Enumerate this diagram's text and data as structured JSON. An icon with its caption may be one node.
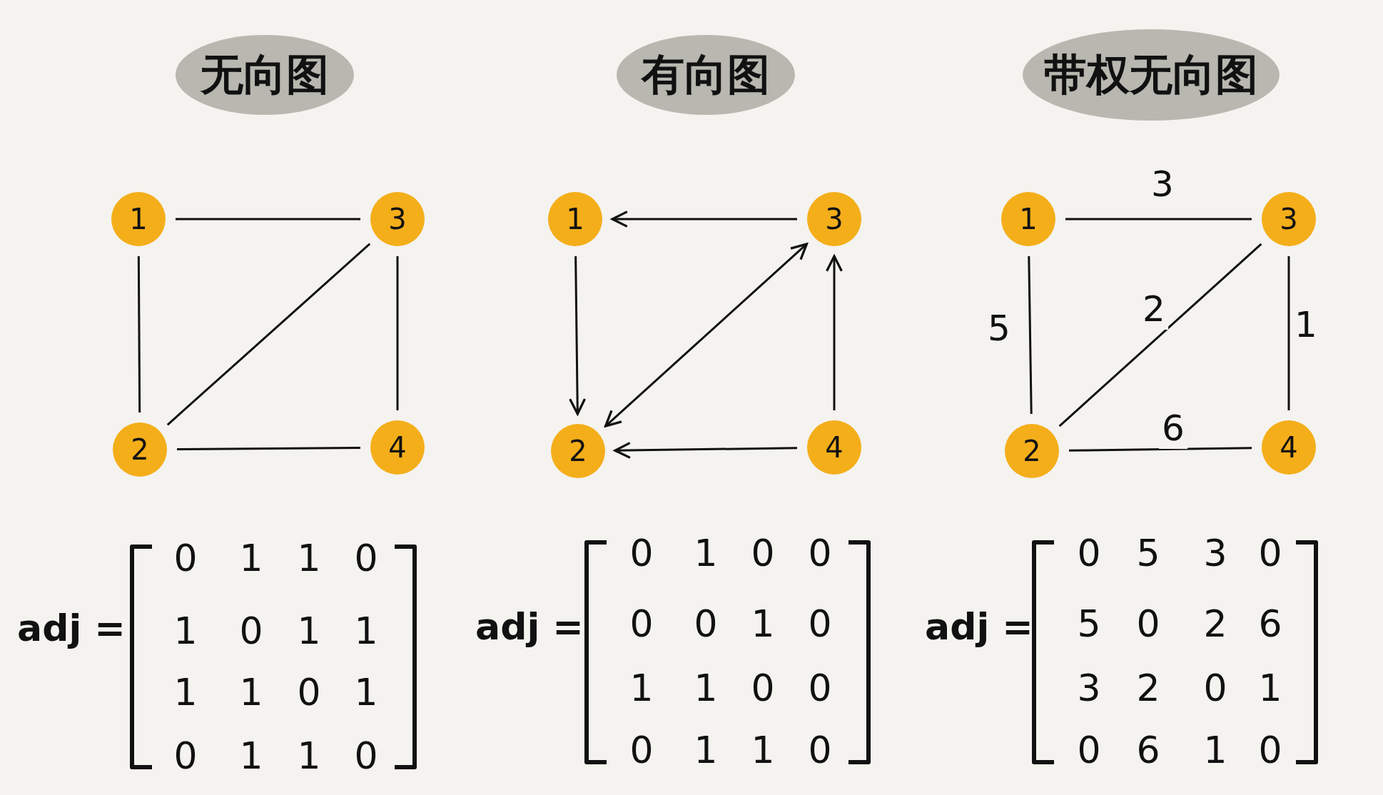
{
  "diagram": {
    "nodes": [
      {
        "text": [
          "无向图"
        ]
      },
      {
        "text": [
          "1"
        ]
      },
      {
        "text": [
          "3"
        ]
      },
      {
        "text": [
          "2"
        ]
      },
      {
        "text": [
          "4"
        ]
      },
      {
        "text": [
          "有向图"
        ]
      },
      {
        "text": [
          "1"
        ]
      },
      {
        "text": [
          "3"
        ]
      },
      {
        "text": [
          "2"
        ]
      },
      {
        "text": [
          "4"
        ]
      },
      {
        "text": [
          "带权无向图"
        ]
      },
      {
        "text": [
          "1"
        ]
      },
      {
        "text": [
          "3"
        ]
      },
      {
        "text": [
          "2"
        ]
      },
      {
        "text": [
          "4"
        ]
      }
    ],
    "edges": [
      {
        "from": 1,
        "to": 2,
        "arrow": "none"
      },
      {
        "from": 1,
        "to": 3,
        "arrow": "none"
      },
      {
        "from": 2,
        "to": 3,
        "arrow": "none"
      },
      {
        "from": 2,
        "to": 4,
        "arrow": "none"
      },
      {
        "from": 3,
        "to": 4,
        "arrow": "none"
      },
      {
        "from": 7,
        "to": 6,
        "arrow": "to"
      },
      {
        "from": 6,
        "to": 8,
        "arrow": "to"
      },
      {
        "from": 8,
        "to": 7,
        "arrow": "both"
      },
      {
        "from": 9,
        "to": 7,
        "arrow": "to"
      },
      {
        "from": 9,
        "to": 8,
        "arrow": "to"
      },
      {
        "from": 11,
        "to": 12,
        "arrow": "none",
        "label": "3"
      },
      {
        "from": 11,
        "to": 13,
        "arrow": "none",
        "label": "5"
      },
      {
        "from": 12,
        "to": 13,
        "arrow": "none",
        "label": "2"
      },
      {
        "from": 12,
        "to": 14,
        "arrow": "none",
        "label": "1"
      },
      {
        "from": 13,
        "to": 14,
        "arrow": "none",
        "label": "6"
      }
    ],
    "labels": [
      "adj =",
      "0",
      "1",
      "1",
      "0",
      "1",
      "0",
      "1",
      "1",
      "1",
      "1",
      "0",
      "1",
      "0",
      "1",
      "1",
      "0",
      "adj =",
      "0",
      "1",
      "0",
      "0",
      "0",
      "0",
      "1",
      "0",
      "1",
      "1",
      "0",
      "0",
      "0",
      "1",
      "1",
      "0",
      "adj =",
      "0",
      "5",
      "3",
      "0",
      "5",
      "0",
      "2",
      "6",
      "3",
      "2",
      "0",
      "1",
      "0",
      "6",
      "1",
      "0"
    ]
  }
}
